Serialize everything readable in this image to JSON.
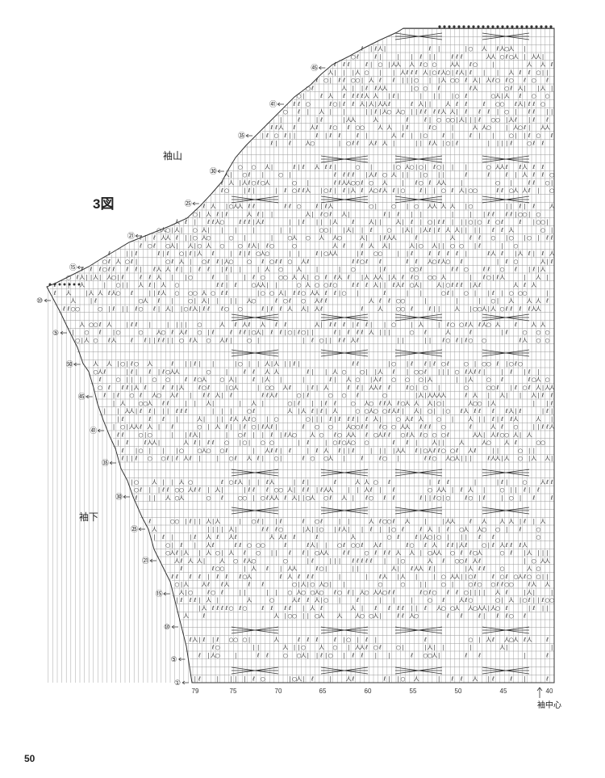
{
  "figure": {
    "title": "3図",
    "sleeve_cap_label": "袖山",
    "underarm_label": "袖下",
    "center_label": "袖中心",
    "page_number": "50"
  },
  "stitch_axis": [
    "79",
    "75",
    "70",
    "65",
    "60",
    "55",
    "50",
    "45",
    "40"
  ],
  "row_markers": [
    "①",
    "⑤",
    "⑩",
    "⑮",
    "㉑",
    "㉕",
    "㉚",
    "㉟",
    "㊶",
    "㊺",
    "㊿",
    "⑤",
    "⑩",
    "⑮",
    "㉑",
    "㉕",
    "㉚",
    "㉟",
    "㊶",
    "㊺"
  ],
  "colors": {
    "ink": "#333333",
    "grid": "#9a9a9a",
    "paper": "#ffffff"
  },
  "icons": {
    "row_arrow": "left-arrow-icon",
    "center_mark": "up-arrow-icon"
  }
}
